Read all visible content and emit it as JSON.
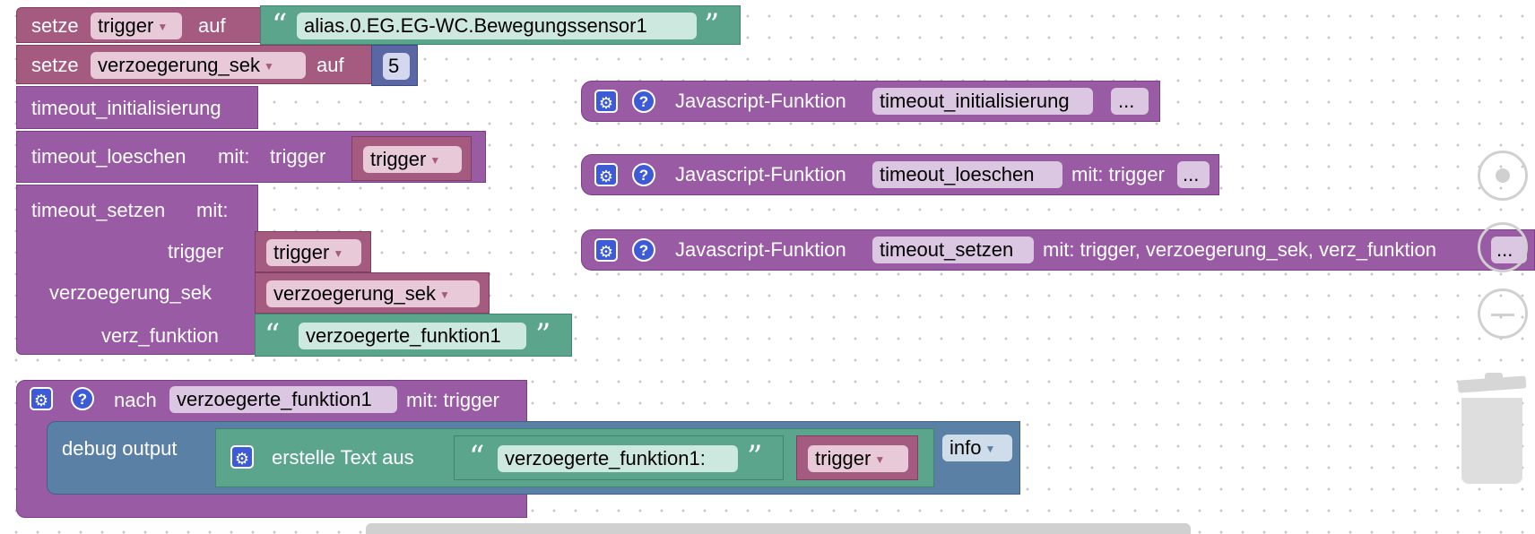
{
  "colors": {
    "variable": "#a55b80",
    "function": "#9a5ba5",
    "text": "#5ba58c",
    "number": "#5b67a5",
    "debug": "#5b80a5",
    "gear": "#3d5bd6"
  },
  "blocks": {
    "set_trigger": {
      "keyword": "setze",
      "variable": "trigger",
      "to": "auf",
      "value": "alias.0.EG.EG-WC.Bewegungssensor1"
    },
    "set_delay": {
      "keyword": "setze",
      "variable": "verzoegerung_sek",
      "to": "auf",
      "value": "5"
    },
    "call_init": {
      "label": "timeout_initialisierung"
    },
    "call_delete": {
      "label": "timeout_loeschen",
      "with": "mit:",
      "param": "trigger",
      "value": "trigger"
    },
    "call_set": {
      "label": "timeout_setzen",
      "with": "mit:",
      "params": [
        {
          "name": "trigger",
          "value": "trigger"
        },
        {
          "name": "verzoegerung_sek",
          "value": "verzoegerung_sek"
        },
        {
          "name": "verz_funktion",
          "value": "verzoegerte_funktion1"
        }
      ]
    },
    "js_functions": [
      {
        "label": "Javascript-Funktion",
        "name": "timeout_initialisierung",
        "params": "",
        "more": "..."
      },
      {
        "label": "Javascript-Funktion",
        "name": "timeout_loeschen",
        "params": "mit: trigger",
        "more": "..."
      },
      {
        "label": "Javascript-Funktion",
        "name": "timeout_setzen",
        "params": "mit: trigger, verzoegerung_sek, verz_funktion",
        "more": "..."
      }
    ],
    "after_func": {
      "label": "nach",
      "name": "verzoegerte_funktion1",
      "with": "mit: trigger",
      "debug": {
        "label": "debug output",
        "text_join": "erstelle Text aus",
        "text_value": "verzoegerte_funktion1:",
        "var_value": "trigger",
        "level": "info"
      }
    }
  },
  "icons": {
    "gear": "gear-icon",
    "help": "help-icon",
    "quote_open": "“",
    "quote_close": "”",
    "caret": "▼",
    "help_char": "?",
    "gear_char": "⚙"
  }
}
